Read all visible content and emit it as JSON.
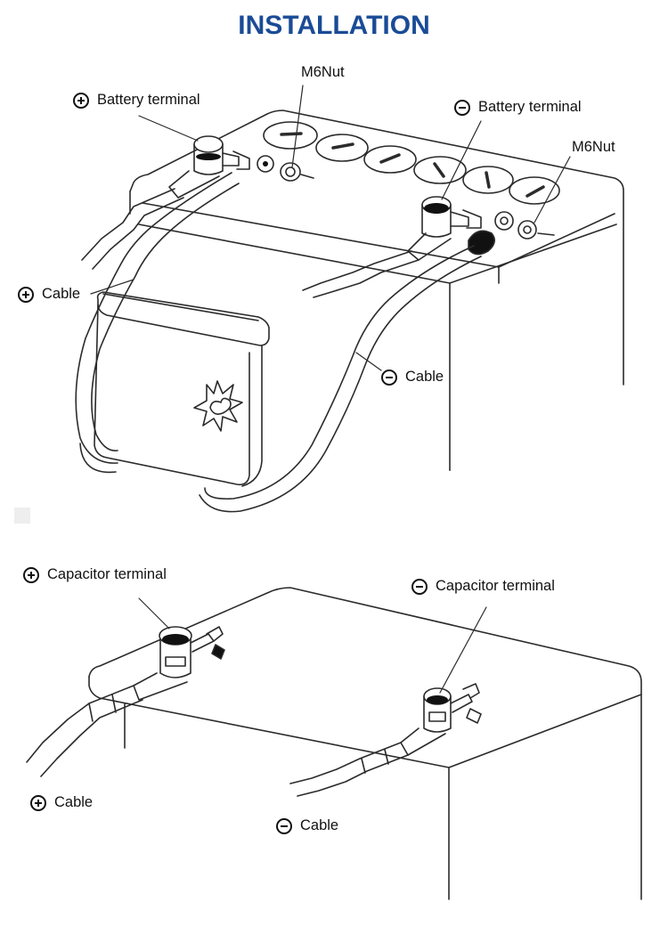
{
  "title": "INSTALLATION",
  "colors": {
    "title": "#1a4b96",
    "line": "#2b2b2b"
  },
  "top_figure": {
    "labels": {
      "m6nut_left": "M6Nut",
      "pos_battery_terminal": "Battery terminal",
      "neg_battery_terminal": "Battery terminal",
      "m6nut_right": "M6Nut",
      "pos_cable": "Cable",
      "neg_cable": "Cable"
    }
  },
  "bottom_figure": {
    "labels": {
      "pos_capacitor_terminal": "Capacitor terminal",
      "neg_capacitor_terminal": "Capacitor terminal",
      "pos_cable": "Cable",
      "neg_cable": "Cable"
    }
  },
  "symbols": {
    "positive": "plus-circle-icon",
    "negative": "minus-circle-icon"
  }
}
